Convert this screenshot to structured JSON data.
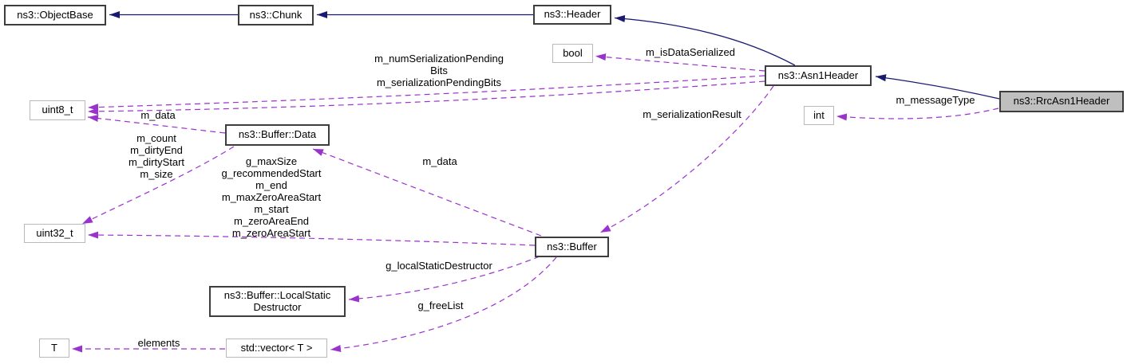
{
  "diagram_type": "doxygen-collaboration-graph",
  "colors": {
    "inheritance": "#191970",
    "usage": "#9a32cd",
    "class_border": "#3d3d3d",
    "plain_border": "#b9b9b9",
    "current_fill": "#bfbfbf",
    "background": "#ffffff",
    "text": "#000000"
  },
  "nodes": {
    "objectbase": {
      "label": "ns3::ObjectBase"
    },
    "chunk": {
      "label": "ns3::Chunk"
    },
    "header": {
      "label": "ns3::Header"
    },
    "bool": {
      "label": "bool"
    },
    "asn1header": {
      "label": "ns3::Asn1Header"
    },
    "rrcasn1header": {
      "label": "ns3::RrcAsn1Header"
    },
    "int": {
      "label": "int"
    },
    "uint8_t": {
      "label": "uint8_t"
    },
    "bufferdata": {
      "label": "ns3::Buffer::Data"
    },
    "uint32_t": {
      "label": "uint32_t"
    },
    "buffer": {
      "label": "ns3::Buffer"
    },
    "localstaticdestructor": {
      "line1": "ns3::Buffer::LocalStatic",
      "line2": "Destructor"
    },
    "vector": {
      "label": "std::vector< T >"
    },
    "t": {
      "label": "T"
    }
  },
  "edge_labels": {
    "is_data_serialized": "m_isDataSerialized",
    "serialization_pending": [
      "m_numSerializationPending",
      "Bits",
      "m_serializationPendingBits"
    ],
    "m_data_bufferdata_to_uint8": "m_data",
    "bufferdata_members": [
      "m_count",
      "m_dirtyEnd",
      "m_dirtyStart",
      "m_size"
    ],
    "buffer_members": [
      "g_maxSize",
      "g_recommendedStart",
      "m_end",
      "m_maxZeroAreaStart",
      "m_start",
      "m_zeroAreaEnd",
      "m_zeroAreaStart"
    ],
    "serialization_result": "m_serializationResult",
    "message_type": "m_messageType",
    "m_data_buffer_to_data": "m_data",
    "local_static_destructor": "g_localStaticDestructor",
    "free_list": "g_freeList",
    "elements": "elements"
  },
  "edges": [
    {
      "from": "ns3::Chunk",
      "to": "ns3::ObjectBase",
      "type": "inheritance"
    },
    {
      "from": "ns3::Header",
      "to": "ns3::Chunk",
      "type": "inheritance"
    },
    {
      "from": "ns3::Asn1Header",
      "to": "ns3::Header",
      "type": "inheritance"
    },
    {
      "from": "ns3::RrcAsn1Header",
      "to": "ns3::Asn1Header",
      "type": "inheritance"
    },
    {
      "from": "ns3::Asn1Header",
      "to": "bool",
      "type": "usage",
      "label": "m_isDataSerialized"
    },
    {
      "from": "ns3::Asn1Header",
      "to": "uint8_t",
      "type": "usage",
      "label": "m_numSerializationPendingBits"
    },
    {
      "from": "ns3::Asn1Header",
      "to": "uint8_t",
      "type": "usage",
      "label": "m_serializationPendingBits"
    },
    {
      "from": "ns3::Buffer::Data",
      "to": "uint8_t",
      "type": "usage",
      "label": "m_data"
    },
    {
      "from": "ns3::Buffer::Data",
      "to": "uint32_t",
      "type": "usage",
      "label": "m_count m_dirtyEnd m_dirtyStart m_size"
    },
    {
      "from": "ns3::Buffer",
      "to": "uint32_t",
      "type": "usage",
      "label": "g_maxSize g_recommendedStart m_end m_maxZeroAreaStart m_start m_zeroAreaEnd m_zeroAreaStart"
    },
    {
      "from": "ns3::Buffer",
      "to": "ns3::Buffer::Data",
      "type": "usage",
      "label": "m_data"
    },
    {
      "from": "ns3::Asn1Header",
      "to": "ns3::Buffer",
      "type": "usage",
      "label": "m_serializationResult"
    },
    {
      "from": "ns3::RrcAsn1Header",
      "to": "int",
      "type": "usage",
      "label": "m_messageType"
    },
    {
      "from": "ns3::Buffer",
      "to": "ns3::Buffer::LocalStaticDestructor",
      "type": "usage",
      "label": "g_localStaticDestructor"
    },
    {
      "from": "ns3::Buffer",
      "to": "std::vector< T >",
      "type": "usage",
      "label": "g_freeList"
    },
    {
      "from": "std::vector< T >",
      "to": "T",
      "type": "usage",
      "label": "elements"
    }
  ]
}
